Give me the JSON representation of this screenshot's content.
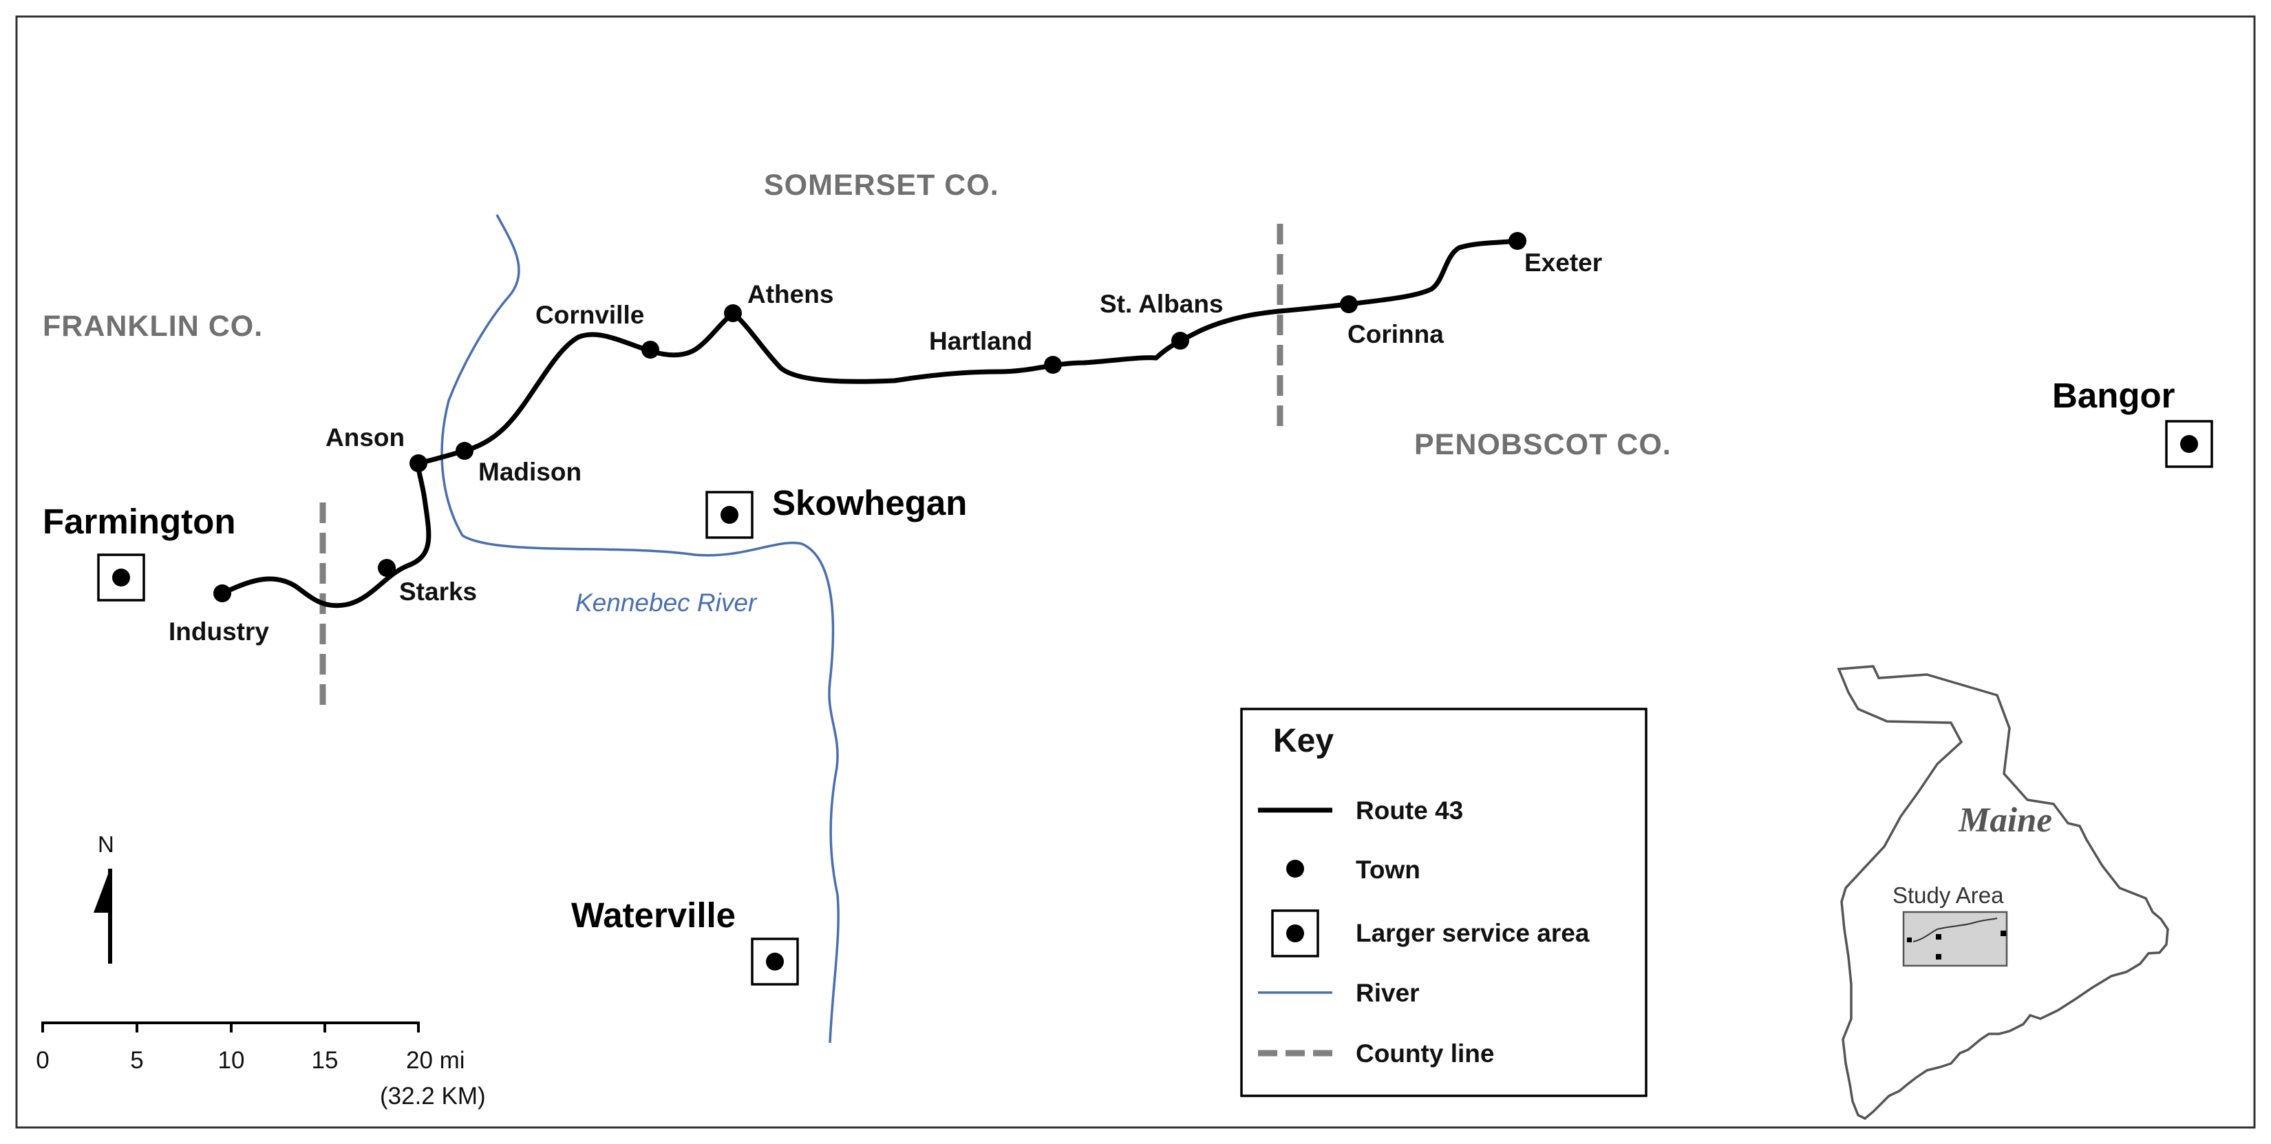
{
  "colors": {
    "route": "#000000",
    "river": "#4a6fb0",
    "county_line": "#808080",
    "county_text": "#707070",
    "inset_box": "#d3d3d3"
  },
  "counties": {
    "franklin": "FRANKLIN CO.",
    "somerset": "SOMERSET CO.",
    "penobscot": "PENOBSCOT CO."
  },
  "river_name": "Kennebec River",
  "towns": [
    {
      "name": "Industry"
    },
    {
      "name": "Starks"
    },
    {
      "name": "Anson"
    },
    {
      "name": "Madison"
    },
    {
      "name": "Cornville"
    },
    {
      "name": "Athens"
    },
    {
      "name": "Hartland"
    },
    {
      "name": "St. Albans"
    },
    {
      "name": "Corinna"
    },
    {
      "name": "Exeter"
    }
  ],
  "service_areas": [
    {
      "name": "Farmington"
    },
    {
      "name": "Skowhegan"
    },
    {
      "name": "Waterville"
    },
    {
      "name": "Bangor"
    }
  ],
  "north_label": "N",
  "scale": {
    "ticks": [
      "0",
      "5",
      "10",
      "15",
      "20 mi"
    ],
    "metric": "(32.2 KM)"
  },
  "key": {
    "title": "Key",
    "items": {
      "route": "Route 43",
      "town": "Town",
      "service": "Larger service area",
      "river": "River",
      "county_line": "County line"
    }
  },
  "inset": {
    "state": "Maine",
    "study_area": "Study Area"
  }
}
